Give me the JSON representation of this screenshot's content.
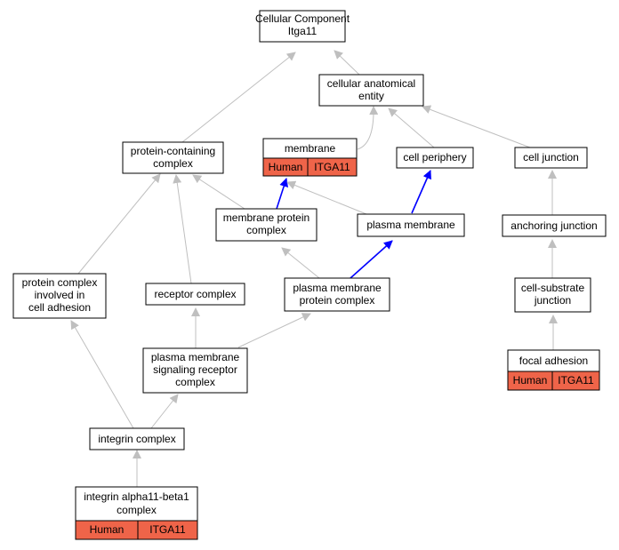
{
  "colors": {
    "edge_default": "#bfbfbf",
    "edge_highlight": "#0000ff",
    "annotation_cell": "#ef6449"
  },
  "nodes": {
    "root": {
      "lines": [
        "Cellular Component",
        "Itga11"
      ]
    },
    "anatomical": {
      "lines": [
        "cellular anatomical",
        "entity"
      ]
    },
    "protein_containing": {
      "lines": [
        "protein-containing",
        "complex"
      ]
    },
    "membrane": {
      "lines": [
        "membrane"
      ],
      "annotation": [
        "Human",
        "ITGA11"
      ]
    },
    "cell_periphery": {
      "lines": [
        "cell periphery"
      ]
    },
    "cell_junction": {
      "lines": [
        "cell junction"
      ]
    },
    "membrane_protein_complex": {
      "lines": [
        "membrane protein",
        "complex"
      ]
    },
    "plasma_membrane": {
      "lines": [
        "plasma membrane"
      ]
    },
    "anchoring_junction": {
      "lines": [
        "anchoring junction"
      ]
    },
    "adhesion_complex": {
      "lines": [
        "protein complex",
        "involved in",
        "cell adhesion"
      ]
    },
    "receptor_complex": {
      "lines": [
        "receptor complex"
      ]
    },
    "pm_protein_complex": {
      "lines": [
        "plasma membrane",
        "protein complex"
      ]
    },
    "cell_substrate": {
      "lines": [
        "cell-substrate",
        "junction"
      ]
    },
    "pm_signaling": {
      "lines": [
        "plasma membrane",
        "signaling receptor",
        "complex"
      ]
    },
    "focal_adhesion": {
      "lines": [
        "focal adhesion"
      ],
      "annotation": [
        "Human",
        "ITGA11"
      ]
    },
    "integrin_complex": {
      "lines": [
        "integrin complex"
      ]
    },
    "integrin_a11b1": {
      "lines": [
        "integrin alpha11-beta1",
        "complex"
      ],
      "annotation": [
        "Human",
        "ITGA11"
      ]
    }
  }
}
